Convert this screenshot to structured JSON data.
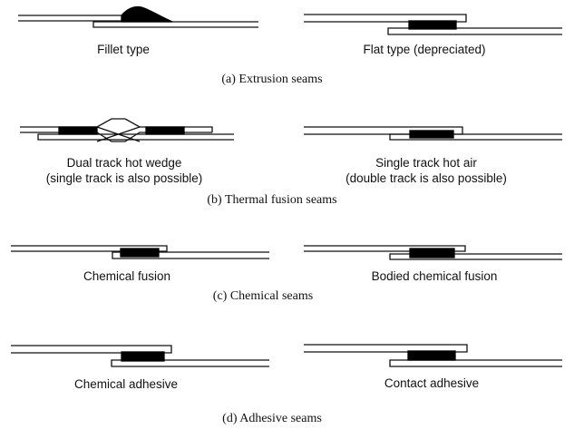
{
  "sections": [
    {
      "caption": "(a) Extrusion seams",
      "left_label": "Fillet type",
      "right_label": "Flat type (depreciated)"
    },
    {
      "caption": "(b) Thermal fusion seams",
      "left_label": [
        "Dual track hot wedge",
        "(single track is also possible)"
      ],
      "right_label": [
        "Single track hot air",
        "(double track is also possible)"
      ]
    },
    {
      "caption": "(c) Chemical seams",
      "left_label": "Chemical fusion",
      "right_label": "Bodied chemical fusion"
    },
    {
      "caption": "(d) Adhesive seams",
      "left_label": "Chemical adhesive",
      "right_label": "Contact adhesive"
    }
  ],
  "colors": {
    "line": "#111111",
    "weld": "#000000",
    "background": "#ffffff"
  }
}
